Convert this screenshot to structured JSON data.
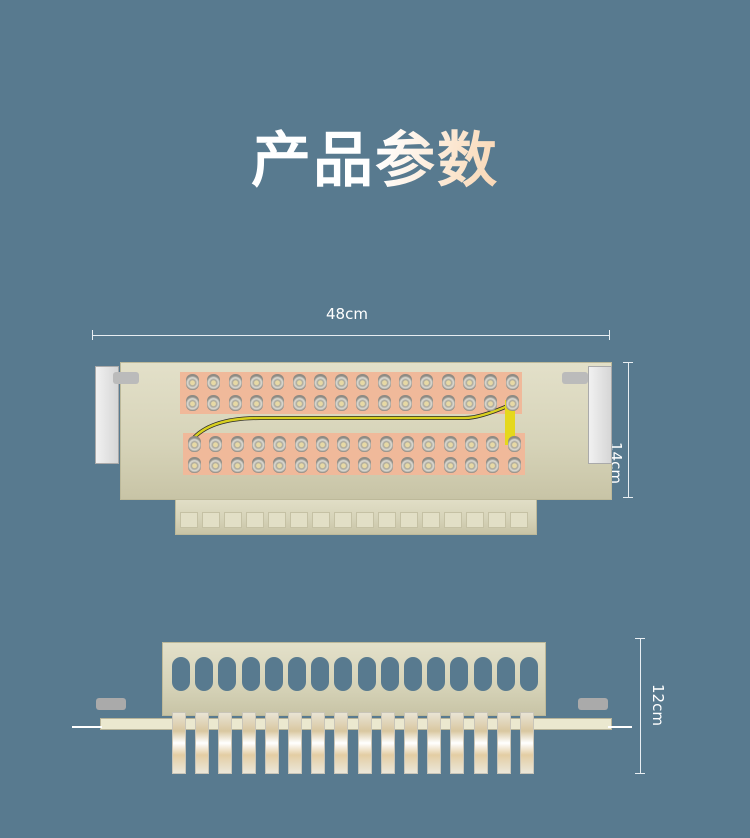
{
  "title": "产品参数",
  "dimensions": {
    "width": "48cm",
    "height_front": "14cm",
    "height_side": "12cm"
  },
  "colors": {
    "background": "#587a8f",
    "accent": "#f08a2e"
  },
  "terminals": {
    "columns": 16,
    "rows_per_strip": 2,
    "strips": 2
  }
}
